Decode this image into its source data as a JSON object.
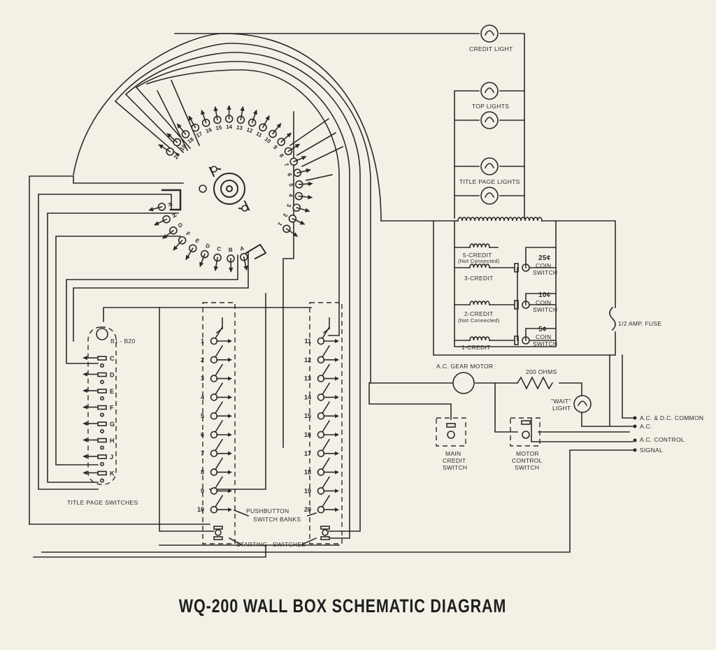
{
  "title": "WQ-200 WALL BOX SCHEMATIC DIAGRAM",
  "labels": {
    "credit_light": "CREDIT LIGHT",
    "top_lights": "TOP LIGHTS",
    "title_page_lights": "TITLE PAGE LIGHTS",
    "five_credit": "5-CREDIT",
    "not_connected": "(Not Connected)",
    "three_credit": "3-CREDIT",
    "two_credit": "2-CREDIT",
    "one_credit": "1-CREDIT",
    "coin_25": "25¢",
    "coin_10": "10¢",
    "coin_5": "5¢",
    "coin": "COIN",
    "switch": "SWITCH",
    "fuse": "1/2 AMP. FUSE",
    "gear_motor": "A.C. GEAR MOTOR",
    "ohms": "200 OHMS",
    "wait_light_1": "\"WAIT\"",
    "wait_light_2": "LIGHT",
    "ac_dc_common": "A.C. & D.C. COMMON",
    "ac": "A.C.",
    "ac_control": "A.C. CONTROL",
    "signal": "SIGNAL",
    "main": "MAIN",
    "credit": "CREDIT",
    "motor": "MOTOR",
    "control": "CONTROL",
    "b1_b20": "B1 - B20",
    "title_page_switches": "TITLE PAGE SWITCHES",
    "pushbutton": "PUSHBUTTON",
    "switch_banks": "SWITCH BANKS",
    "starting": "STARTING",
    "switches": "SWITCHES"
  },
  "title_page_switch_letters": [
    "C",
    "D",
    "E",
    "F",
    "G",
    "H",
    "J",
    "K"
  ],
  "left_bank_numbers": [
    "1",
    "2",
    "3",
    "4",
    "5",
    "6",
    "7",
    "8",
    "9",
    "10"
  ],
  "right_bank_numbers": [
    "11",
    "12",
    "13",
    "14",
    "15",
    "16",
    "17",
    "18",
    "19",
    "20"
  ],
  "selector_numbers": [
    "20",
    "19",
    "18",
    "17",
    "16",
    "15",
    "14",
    "13",
    "12",
    "11",
    "10",
    "9",
    "8",
    "7",
    "6",
    "5",
    "4",
    "3",
    "2",
    "1"
  ],
  "selector_letters": [
    "K",
    "H",
    "G",
    "F",
    "E",
    "D",
    "C",
    "B",
    "A"
  ]
}
